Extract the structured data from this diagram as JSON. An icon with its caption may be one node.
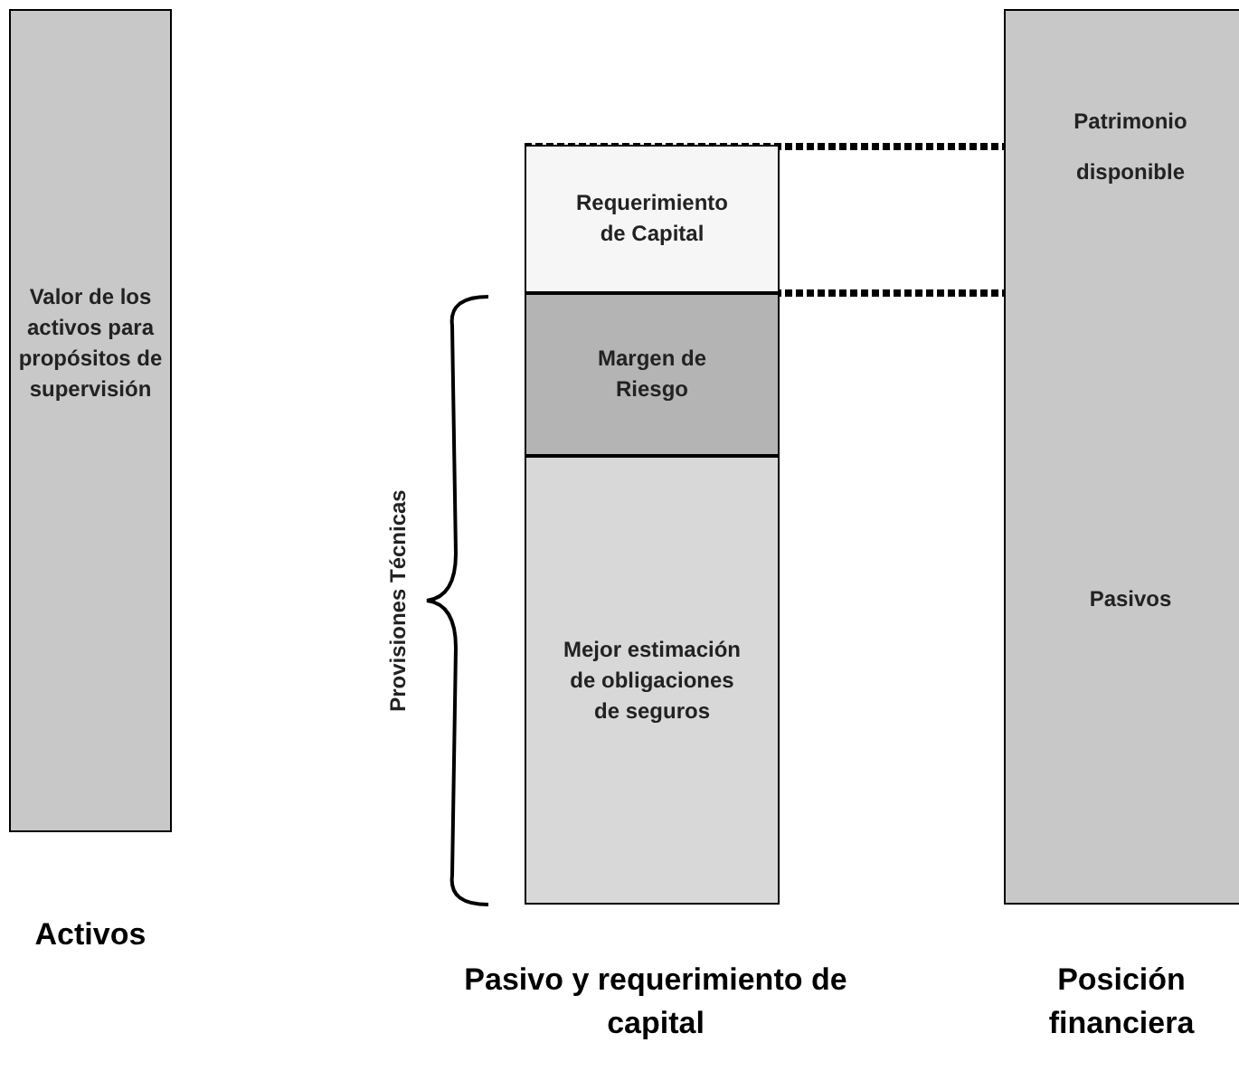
{
  "diagram": {
    "nodes": [
      {
        "text": [
          "Valor de los activos para propósitos de supervisión"
        ]
      },
      {
        "text": [
          "Requerimiento de Capital"
        ]
      },
      {
        "text": [
          "Margen de Riesgo"
        ]
      },
      {
        "text": [
          "Mejor estimación de obligaciones de seguros"
        ]
      },
      {
        "text": [
          "Patrimonio disponible"
        ]
      },
      {
        "text": [
          "Pasivos"
        ]
      }
    ],
    "edges": [],
    "labels": [
      "Provisiones Técnicas",
      "Activos",
      "Pasivo y requerimiento de capital",
      "Posición financiera"
    ]
  }
}
